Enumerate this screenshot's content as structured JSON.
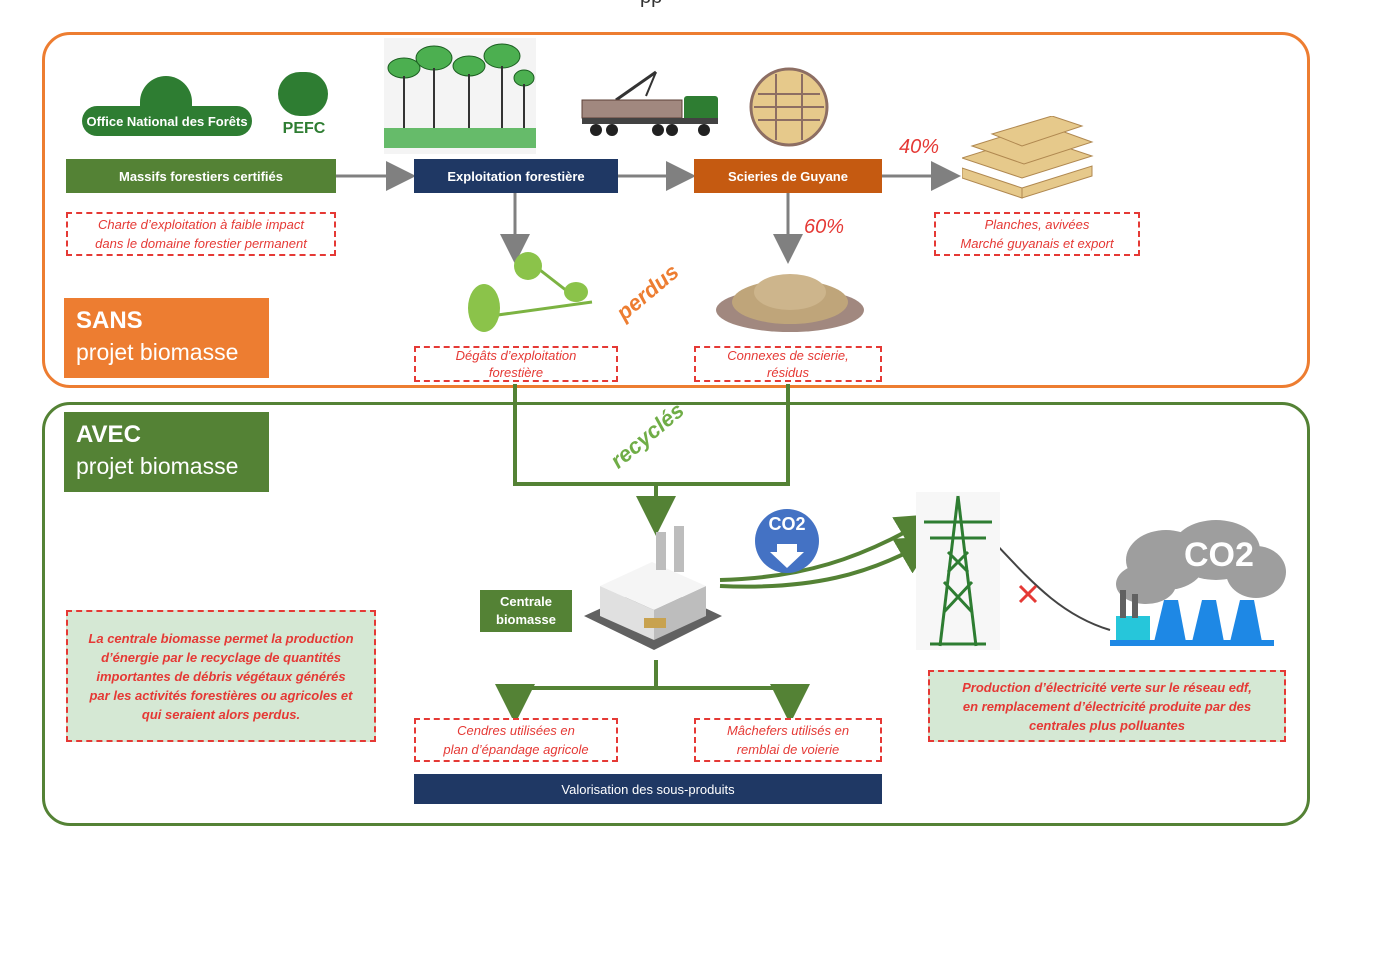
{
  "header_partial": "pp",
  "logos": {
    "onf_text": "Office National des Forêts",
    "pefc_text": "PEFC"
  },
  "sans": {
    "title_bold": "SANS",
    "title_sub": "projet biomasse",
    "massifs_label": "Massifs forestiers certifiés",
    "exploitation_label": "Exploitation forestière",
    "scieries_label": "Scieries de Guyane",
    "charte_note_l1": "Charte d’exploitation à faible impact",
    "charte_note_l2": "dans le domaine forestier permanent",
    "pct_40": "40%",
    "pct_60": "60%",
    "planches_l1": "Planches, avivées",
    "planches_l2": "Marché guyanais et export",
    "perdus": "perdus",
    "degats_l1": "Dégâts d’exploitation",
    "degats_l2": "forestière",
    "connexes_l1": "Connexes de scierie,",
    "connexes_l2": "résidus"
  },
  "avec": {
    "title_bold": "AVEC",
    "title_sub": "projet biomasse",
    "recycles": "recyclés",
    "centrale_l1": "Centrale",
    "centrale_l2": "biomasse",
    "co2_badge": "CO2",
    "co2_cloud": "CO2",
    "left_note": [
      "La centrale biomasse permet la production",
      "d’énergie par le recyclage de quantités",
      "importantes de débris végétaux générés",
      "par les activités forestières ou agricoles et",
      "qui seraient alors perdus."
    ],
    "right_note": [
      "Production d’électricité verte sur le réseau edf,",
      "en remplacement d’électricité produite par des",
      "centrales plus polluantes"
    ],
    "cendres_l1": "Cendres utilisées en",
    "cendres_l2": "plan d’épandage agricole",
    "machefers_l1": "Mâchefers utilisés en",
    "machefers_l2": "remblai de voierie",
    "valorisation": "Valorisation des sous-produits"
  },
  "colors": {
    "orange": "#ED7D31",
    "green": "#548235",
    "navy": "#1F3864",
    "red": "#e53935",
    "arrow_grey": "#808080"
  }
}
